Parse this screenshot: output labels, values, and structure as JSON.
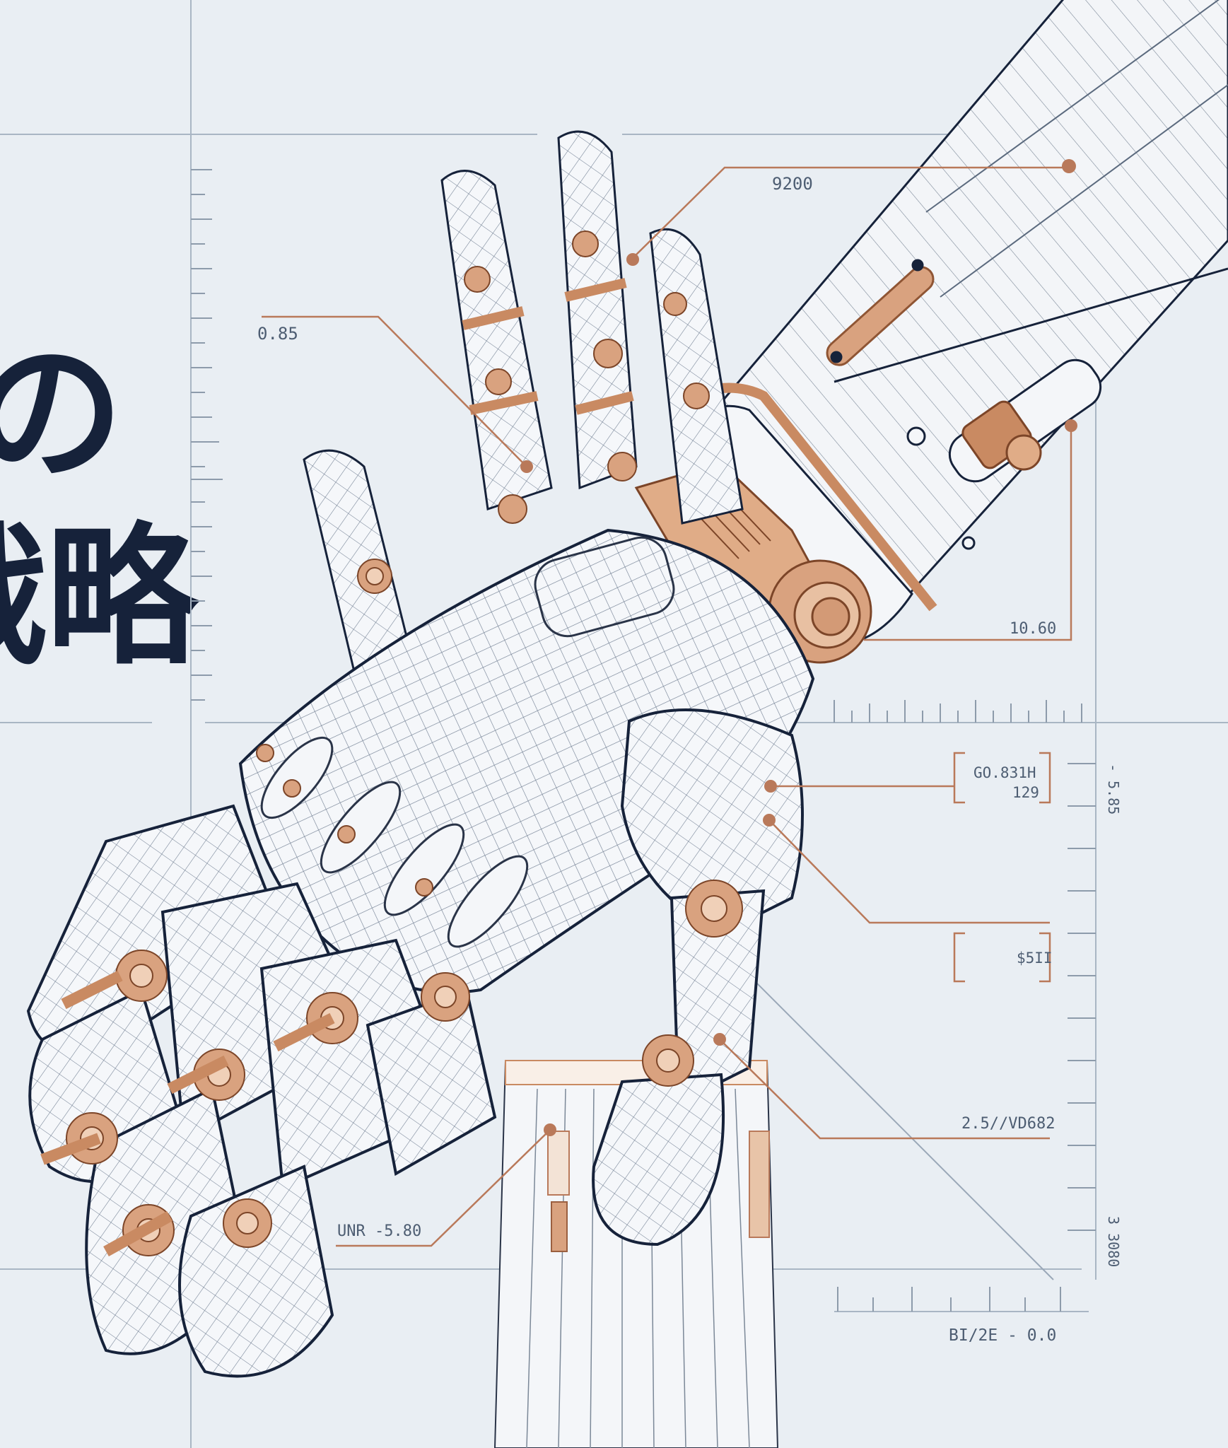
{
  "title": {
    "line1": "の",
    "line2": "戦略"
  },
  "callouts": {
    "top": "9200",
    "left_upper": "0.85",
    "right_mid": "10.60",
    "box_a_line1": "GO.831H",
    "box_a_line2": "129",
    "box_b": "$5II",
    "right_low": "2.5//VD682",
    "left_low": "UNR -5.80",
    "bottom": "BI/2E - 0.0",
    "vertical_top": "- 5.85",
    "vertical_bottom": "3 3080"
  },
  "colors": {
    "background": "#e9eef3",
    "ink": "#16223a",
    "copper": "#c98a62",
    "callout_line": "#b9795a",
    "grid": "#a9b6c4",
    "plate": "#f5f7fa"
  }
}
